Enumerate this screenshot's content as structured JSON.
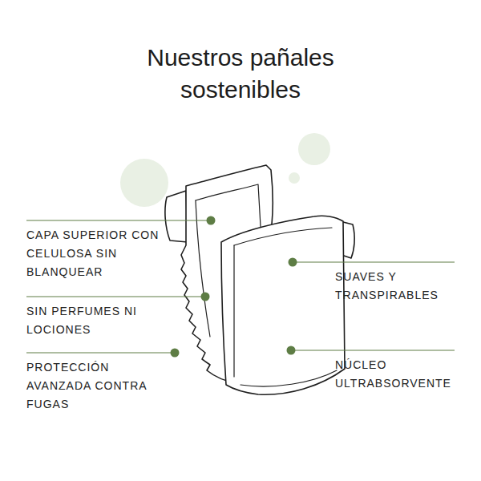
{
  "diagram": {
    "title": "Nuestros pañales sostenibles",
    "labels": [
      "CAPA SUPERIOR CON CELULOSA SIN BLANQUEAR",
      "SIN PERFUMES NI LOCIONES",
      "PROTECCIÓN AVANZADA CONTRA FUGAS",
      "SUAVES Y TRANSPIRABLES",
      "NÚCLEO ULTRABSORVENTE"
    ]
  }
}
